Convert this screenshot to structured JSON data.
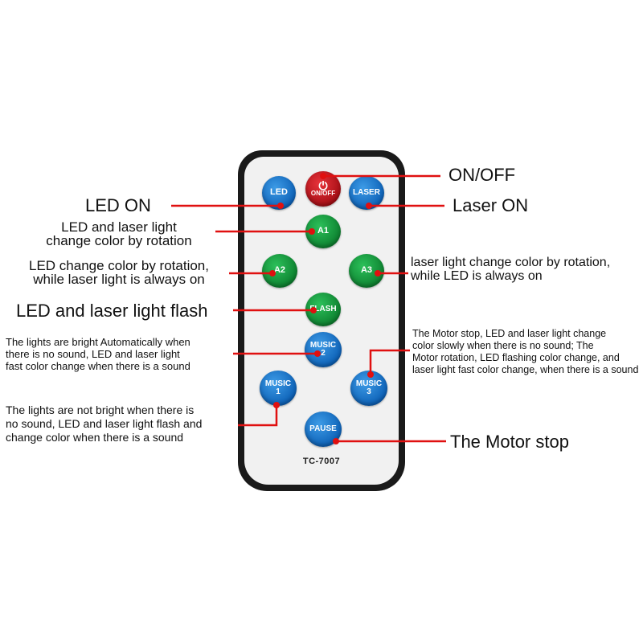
{
  "remote": {
    "model": "TC-7007",
    "buttons": {
      "led": "LED",
      "onoff": "ON/OFF",
      "laser": "LASER",
      "a1": "A1",
      "a2": "A2",
      "a3": "A3",
      "flash": "FLASH",
      "music2_line1": "MUSIC",
      "music2_line2": "2",
      "music1_line1": "MUSIC",
      "music1_line2": "1",
      "music3_line1": "MUSIC",
      "music3_line2": "3",
      "pause": "PAUSE"
    },
    "colors": {
      "blue": "#0b5fb5",
      "green": "#0c7f2e",
      "red": "#a40d14",
      "leader": "#e01010"
    }
  },
  "annotations": {
    "onoff": "ON/OFF",
    "led_on": "LED ON",
    "laser_on": "Laser ON",
    "a1": [
      "LED and laser light",
      "change color by rotation"
    ],
    "a2": [
      "LED change color by rotation,",
      "while laser light is always on"
    ],
    "a3": [
      "laser light change color by rotation,",
      "while LED is always on"
    ],
    "flash": "LED and laser light flash",
    "music2": [
      "The lights are bright Automatically when",
      "there is no sound, LED and laser light",
      "fast color change when there is a sound"
    ],
    "music3": [
      "The Motor stop, LED and laser light change",
      "color slowly when there is no sound; The",
      "Motor rotation, LED flashing color change, and",
      "laser light fast color change, when there is a sound"
    ],
    "music1": [
      "The lights are not bright when there is",
      "no sound, LED and laser light flash and",
      "change color when there is a sound"
    ],
    "pause": "The Motor stop"
  }
}
